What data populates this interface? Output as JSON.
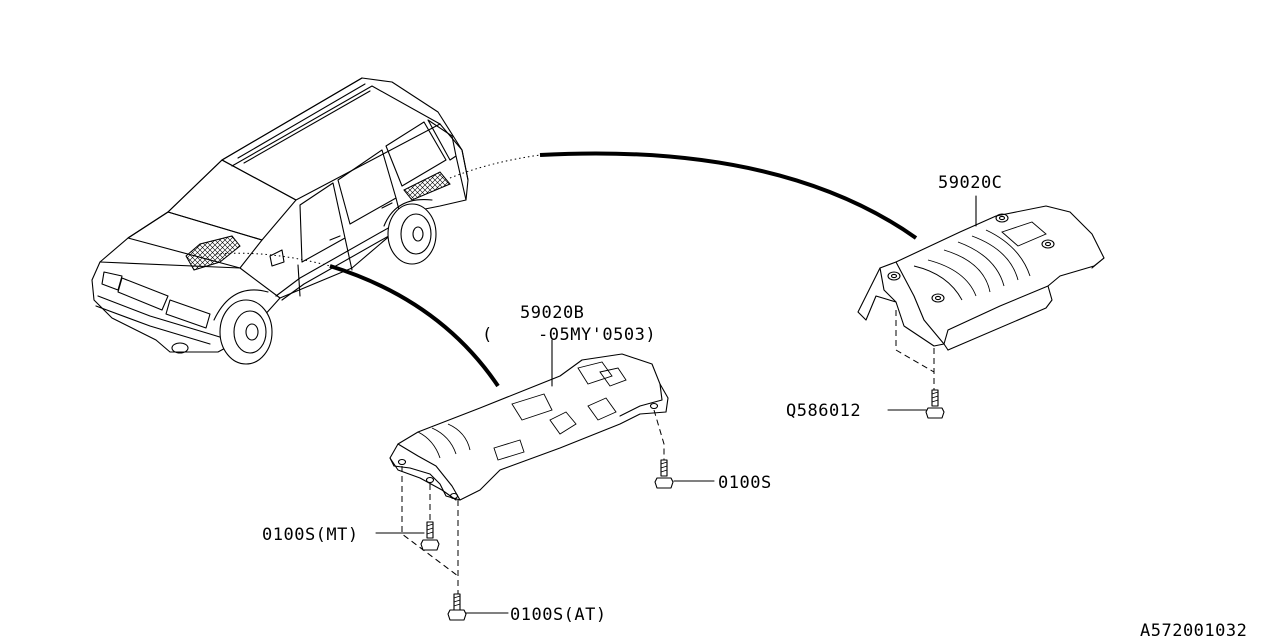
{
  "parts": {
    "p59020c": "59020C",
    "p59020b": "59020B",
    "p59020b_note_open": "(",
    "p59020b_note": "-05MY'0503)",
    "q586012": "Q586012",
    "b0100s": "0100S",
    "b0100s_mt": "0100S(MT)",
    "b0100s_at": "0100S(AT)"
  },
  "diagram_code": "A572001032"
}
